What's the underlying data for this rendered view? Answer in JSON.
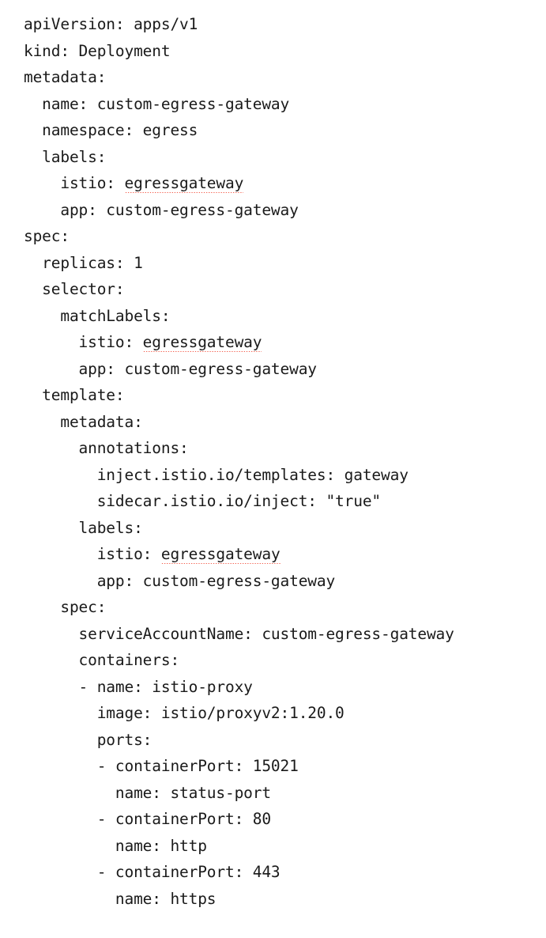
{
  "document": {
    "kind": "yaml-source",
    "background_color": "#ffffff",
    "text_color": "#1a1a1a",
    "spellcheck_underline_color": "#f4604f",
    "lines": [
      {
        "indent": 0,
        "text": "apiVersion: apps/v1"
      },
      {
        "indent": 0,
        "text": "kind: Deployment"
      },
      {
        "indent": 0,
        "text": "metadata:"
      },
      {
        "indent": 2,
        "text": "name: custom-egress-gateway"
      },
      {
        "indent": 2,
        "text": "namespace: egress"
      },
      {
        "indent": 2,
        "text": "labels:"
      },
      {
        "indent": 4,
        "text": "istio: ",
        "misspelled": "egressgateway"
      },
      {
        "indent": 4,
        "text": "app: custom-egress-gateway"
      },
      {
        "indent": 0,
        "text": "spec:"
      },
      {
        "indent": 2,
        "text": "replicas: 1"
      },
      {
        "indent": 2,
        "text": "selector:"
      },
      {
        "indent": 4,
        "text": "matchLabels:"
      },
      {
        "indent": 6,
        "text": "istio: ",
        "misspelled": "egressgateway"
      },
      {
        "indent": 6,
        "text": "app: custom-egress-gateway"
      },
      {
        "indent": 2,
        "text": "template:"
      },
      {
        "indent": 4,
        "text": "metadata:"
      },
      {
        "indent": 6,
        "text": "annotations:"
      },
      {
        "indent": 8,
        "text": "inject.istio.io/templates: gateway"
      },
      {
        "indent": 8,
        "text": "sidecar.istio.io/inject: \"true\""
      },
      {
        "indent": 6,
        "text": "labels:"
      },
      {
        "indent": 8,
        "text": "istio: ",
        "misspelled": "egressgateway"
      },
      {
        "indent": 8,
        "text": "app: custom-egress-gateway"
      },
      {
        "indent": 4,
        "text": "spec:"
      },
      {
        "indent": 6,
        "text": "serviceAccountName: custom-egress-gateway"
      },
      {
        "indent": 6,
        "text": "containers:"
      },
      {
        "indent": 6,
        "text": "- name: istio-proxy"
      },
      {
        "indent": 8,
        "text": "image: istio/proxyv2:1.20.0"
      },
      {
        "indent": 8,
        "text": "ports:"
      },
      {
        "indent": 8,
        "text": "- containerPort: 15021"
      },
      {
        "indent": 10,
        "text": "name: status-port"
      },
      {
        "indent": 8,
        "text": "- containerPort: 80"
      },
      {
        "indent": 10,
        "text": "name: http"
      },
      {
        "indent": 8,
        "text": "- containerPort: 443"
      },
      {
        "indent": 10,
        "text": "name: https"
      }
    ]
  }
}
